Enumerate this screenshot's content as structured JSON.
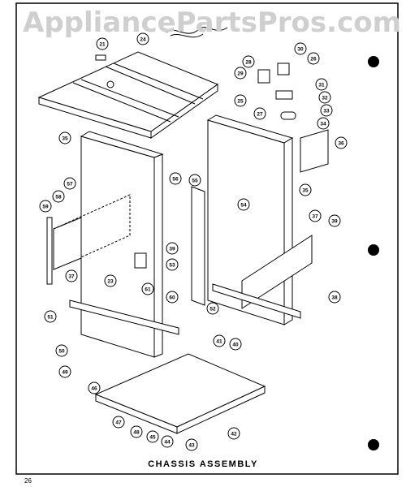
{
  "watermark": "AppliancePartsPros.com",
  "caption": "CHASSIS ASSEMBLY",
  "page_number": "26",
  "callouts": [
    "21",
    "24",
    "30",
    "28",
    "26",
    "29",
    "25",
    "27",
    "31",
    "32",
    "33",
    "34",
    "35",
    "36",
    "35",
    "56",
    "55",
    "54",
    "57",
    "58",
    "59",
    "37",
    "37",
    "39",
    "39",
    "53",
    "23",
    "61",
    "60",
    "52",
    "38",
    "51",
    "41",
    "40",
    "50",
    "49",
    "46",
    "47",
    "48",
    "45",
    "44",
    "43",
    "42"
  ]
}
